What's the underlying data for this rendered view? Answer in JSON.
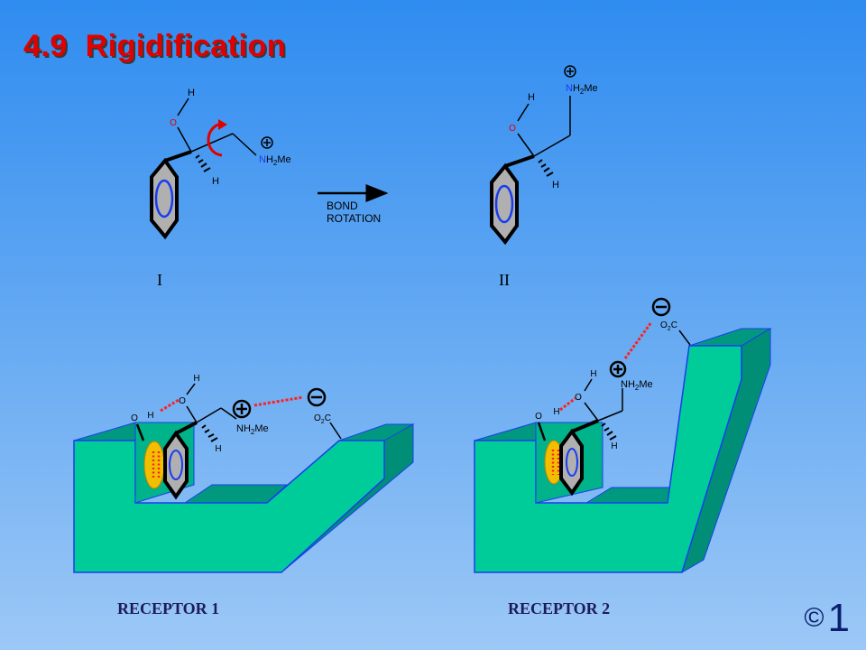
{
  "title": "4.9  Rigidification",
  "arrow_text": [
    "BOND",
    "ROTATION"
  ],
  "molecule_labels": [
    "I",
    "II"
  ],
  "atoms": {
    "O": "O",
    "H": "H",
    "O2C": "O",
    "O2C_sub": "2",
    "O2C_end": "C"
  },
  "amine": {
    "N": "N",
    "H": "H",
    "sub": "2",
    "Me": "Me"
  },
  "receptor_labels": [
    "RECEPTOR 1",
    "RECEPTOR 2"
  ],
  "copyright": {
    "symbol": "©",
    "number": "1"
  },
  "colors": {
    "title": "#e00000",
    "receptor_face": "#00cc99",
    "receptor_side": "#009980",
    "highlight": "#f0c000",
    "interaction": "#ff2020",
    "charge": "#0000ff"
  }
}
